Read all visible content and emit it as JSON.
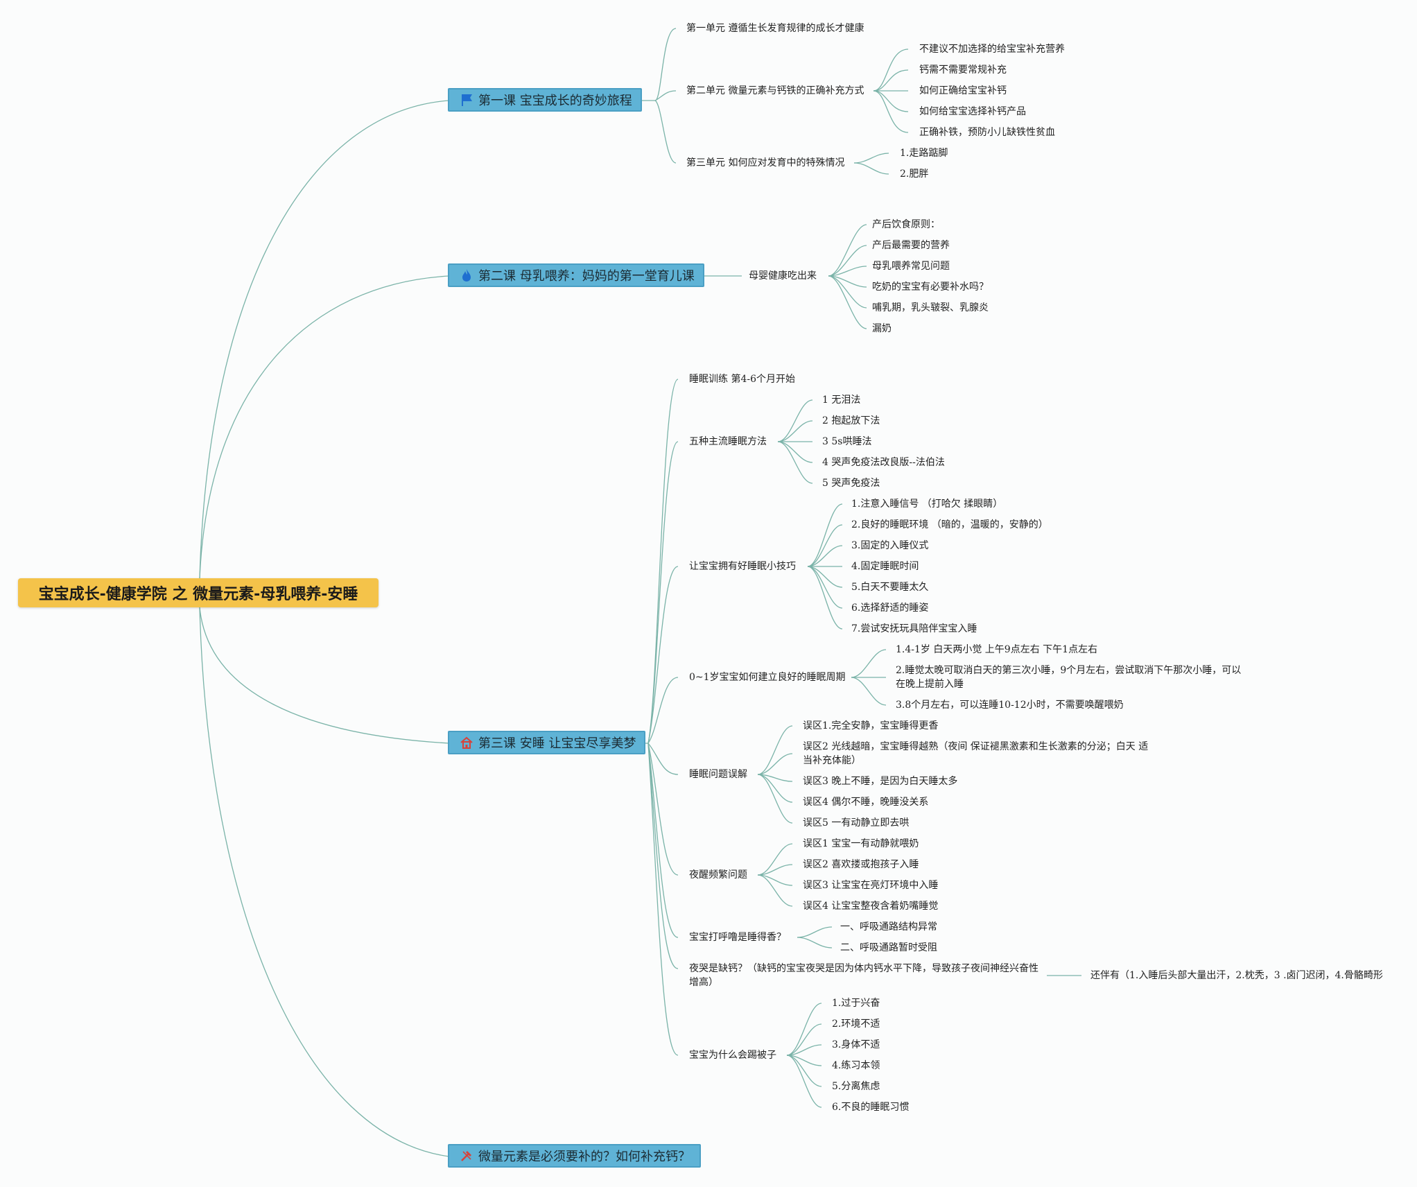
{
  "root": {
    "label": "宝宝成长-健康学院 之 微量元素-母乳喂养-安睡"
  },
  "topics": [
    {
      "label": "第一课 宝宝成长的奇妙旅程",
      "icon": "flag-icon"
    },
    {
      "label": "第二课 母乳喂养：妈妈的第一堂育儿课",
      "icon": "flame-icon"
    },
    {
      "label": "第三课 安睡 让宝宝尽享美梦",
      "icon": "home-icon"
    },
    {
      "label": "微量元素是必须要补的？如何补充钙？",
      "icon": "tools-icon"
    }
  ],
  "t1": {
    "c1": "第一单元 遵循生长发育规律的成长才健康",
    "c2": "第二单元 微量元素与钙铁的正确补充方式",
    "c2_items": [
      "不建议不加选择的给宝宝补充营养",
      "钙需不需要常规补充",
      "如何正确给宝宝补钙",
      "如何给宝宝选择补钙产品",
      "正确补铁，预防小儿缺铁性贫血"
    ],
    "c3": "第三单元 如何应对发育中的特殊情况",
    "c3_items": [
      "1.走路踮脚",
      "2.肥胖"
    ]
  },
  "t2": {
    "c1": "母婴健康吃出来",
    "c1_items": [
      "产后饮食原则：",
      "产后最需要的营养",
      "母乳喂养常见问题",
      "吃奶的宝宝有必要补水吗？",
      "哺乳期，乳头皲裂、乳腺炎",
      "漏奶"
    ]
  },
  "t3": {
    "c1": "睡眠训练 第4-6个月开始",
    "c2": "五种主流睡眠方法",
    "c2_items": [
      "1 无泪法",
      "2 抱起放下法",
      "3 5s哄睡法",
      "4 哭声免疫法改良版--法伯法",
      "5 哭声免疫法"
    ],
    "c3": "让宝宝拥有好睡眠小技巧",
    "c3_items": [
      "1.注意入睡信号 （打哈欠 揉眼睛）",
      "2.良好的睡眠环境 （暗的，温暖的，安静的）",
      "3.固定的入睡仪式",
      "4.固定睡眠时间",
      "5.白天不要睡太久",
      "6.选择舒适的睡姿",
      "7.尝试安抚玩具陪伴宝宝入睡"
    ],
    "c4": "0~1岁宝宝如何建立良好的睡眠周期",
    "c4_items": [
      "1.4-1岁 白天两小觉 上午9点左右 下午1点左右",
      "2.睡觉太晚可取消白天的第三次小睡，9个月左右，尝试取消下午那次小睡，可以在晚上提前入睡",
      "3.8个月左右，可以连睡10-12小时，不需要唤醒喂奶"
    ],
    "c5": "睡眠问题误解",
    "c5_items": [
      "误区1.完全安静，宝宝睡得更香",
      "误区2 光线越暗，宝宝睡得越熟（夜间 保证褪黑激素和生长激素的分泌；白天 适当补充体能）",
      "误区3 晚上不睡，是因为白天睡太多",
      "误区4 偶尔不睡，晚睡没关系",
      "误区5 一有动静立即去哄"
    ],
    "c6": "夜醒频繁问题",
    "c6_items": [
      "误区1 宝宝一有动静就喂奶",
      "误区2 喜欢搂或抱孩子入睡",
      "误区3 让宝宝在亮灯环境中入睡",
      "误区4 让宝宝整夜含着奶嘴睡觉"
    ],
    "c7": "宝宝打呼噜是睡得香？",
    "c7_items": [
      "一、呼吸通路结构异常",
      "二、呼吸通路暂时受阻"
    ],
    "c8": "夜哭是缺钙？（缺钙的宝宝夜哭是因为体内钙水平下降，导致孩子夜间神经兴奋性增高）",
    "c8_item": "还伴有（1.入睡后头部大量出汗，2.枕秃，3 .卤门迟闭，4.骨骼畸形",
    "c9": "宝宝为什么会踢被子",
    "c9_items": [
      "1.过于兴奋",
      "2.环境不适",
      "3.身体不适",
      "4.练习本领",
      "5.分离焦虑",
      "6.不良的睡眠习惯"
    ]
  },
  "colors": {
    "root": "#f4c34a",
    "topic": "#5fb3d6",
    "line": "#7ab3a8"
  }
}
